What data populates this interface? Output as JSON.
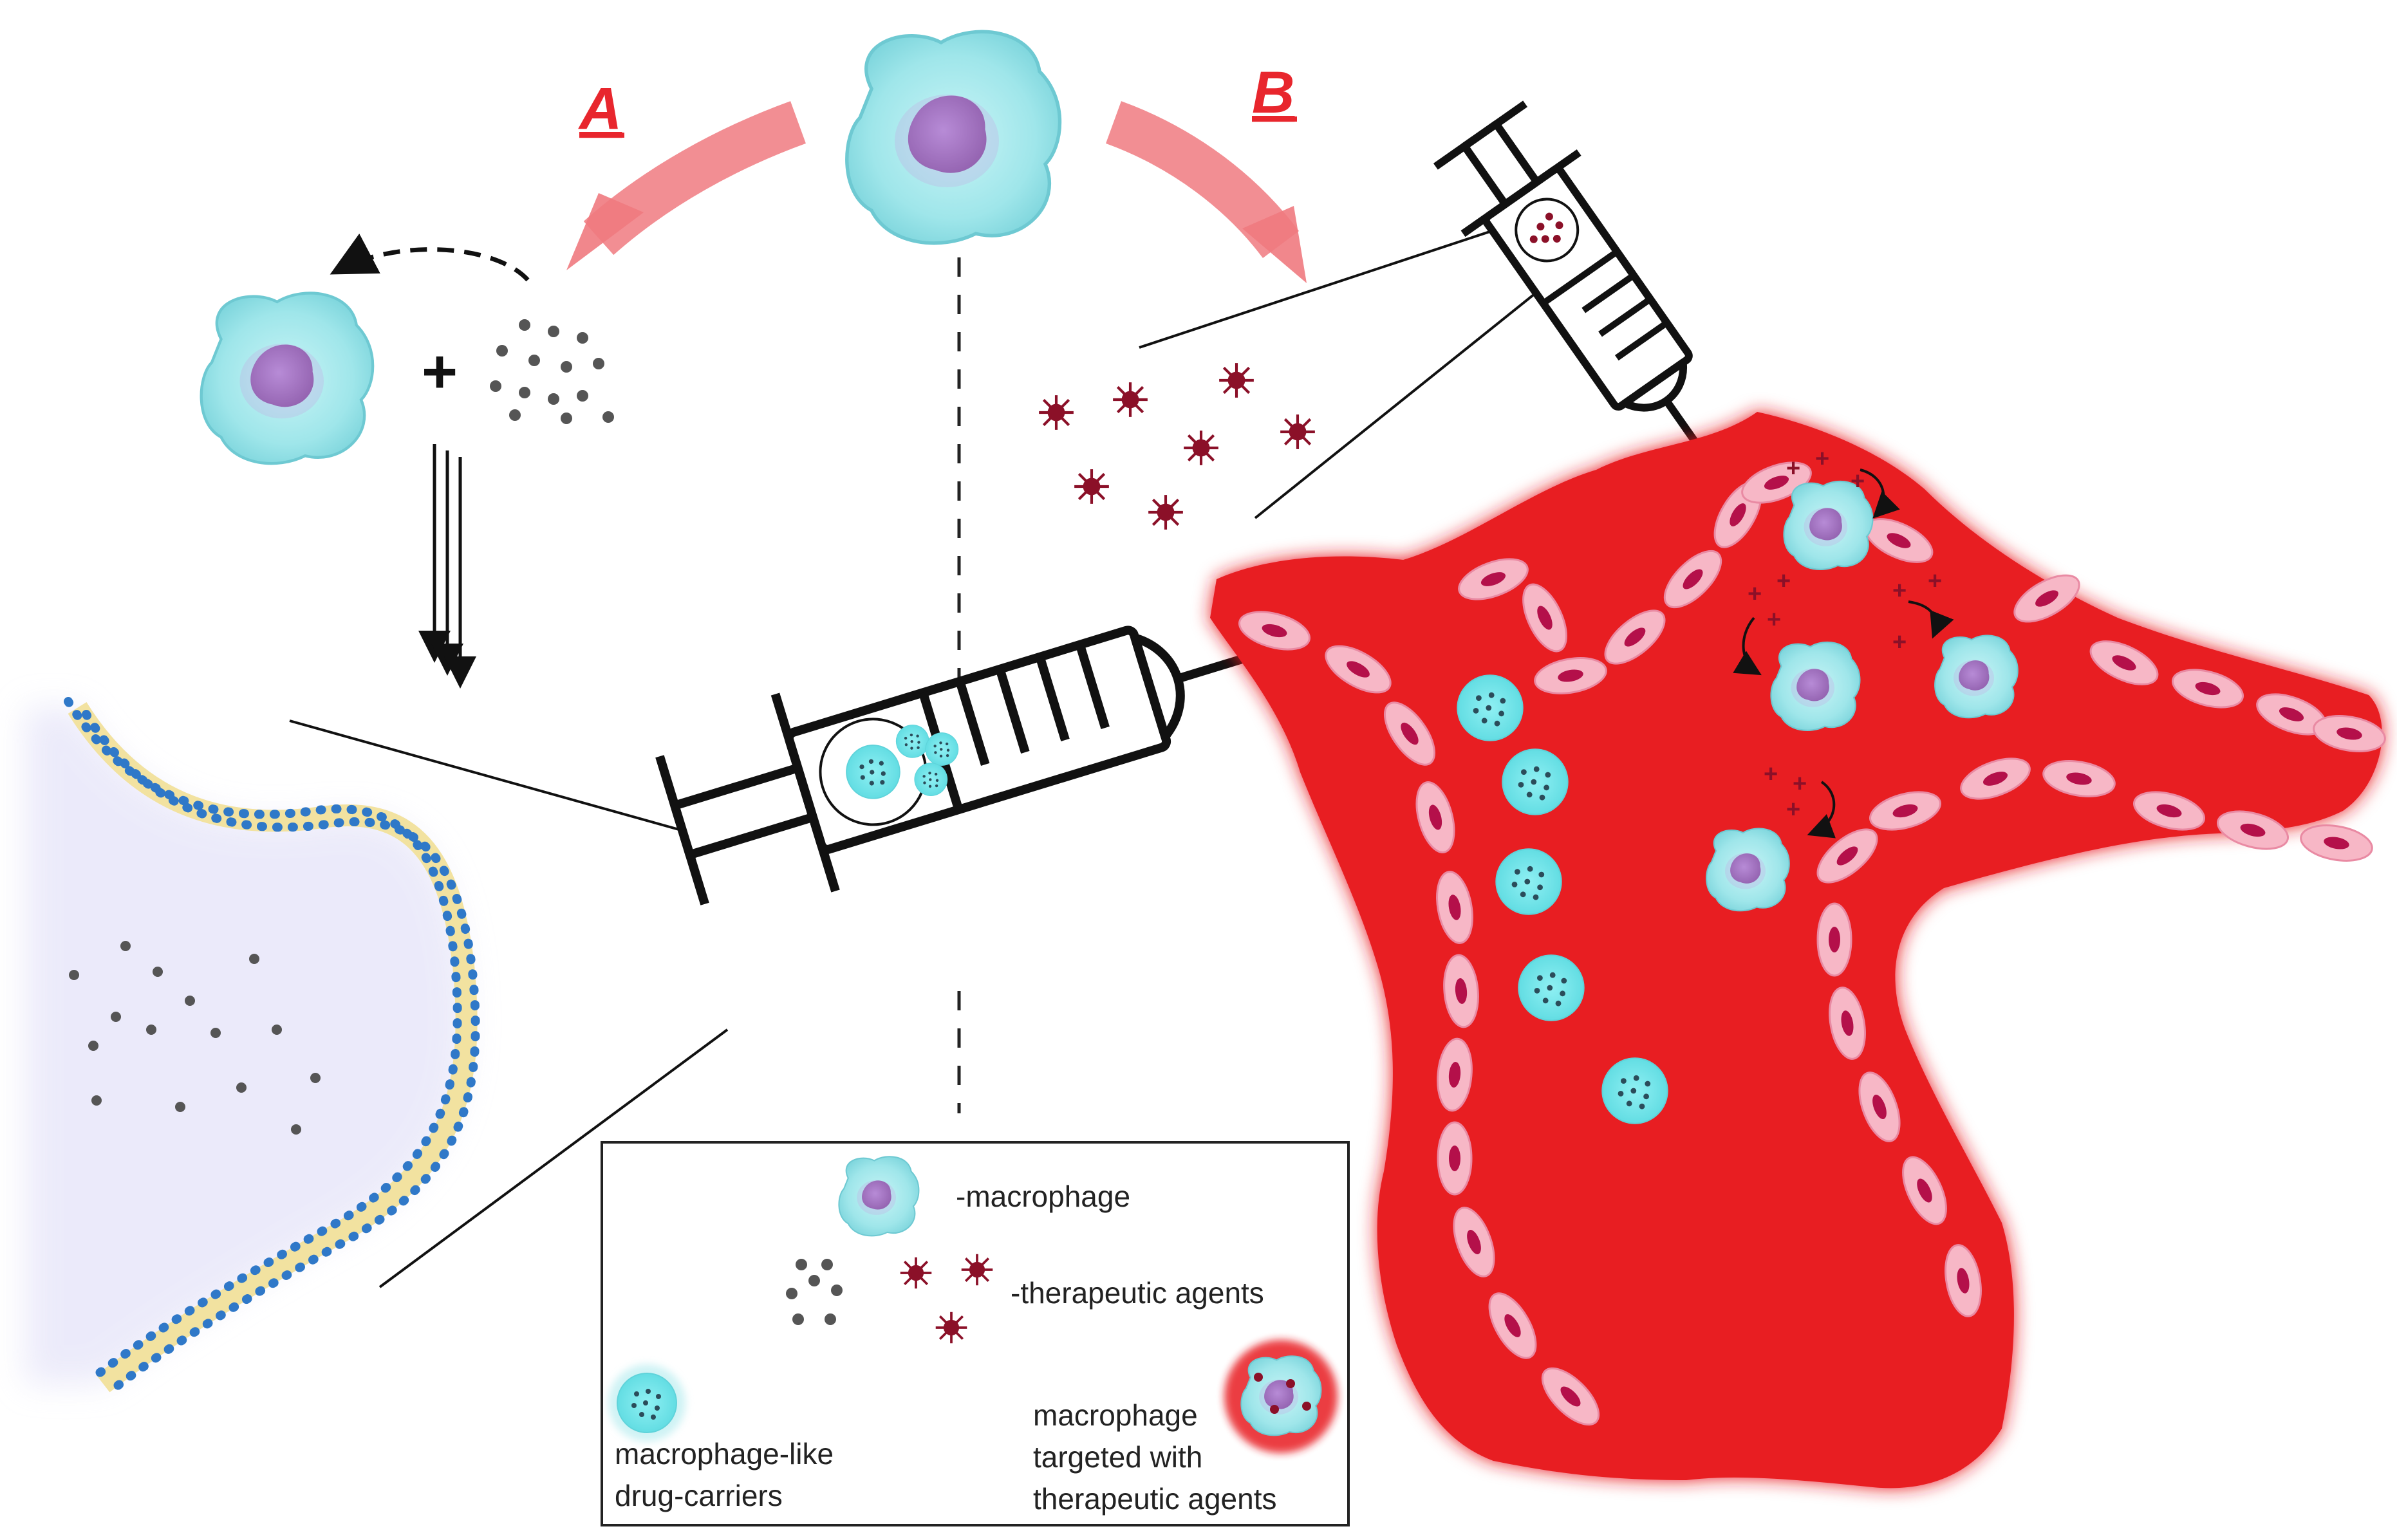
{
  "routes": {
    "a_label": "A",
    "b_label": "B"
  },
  "plus_sign": "+",
  "legend": {
    "macrophage": "-macrophage",
    "therapeutic_agents": "-therapeutic agents",
    "drug_carriers_line1": "macrophage-like",
    "drug_carriers_line2": "drug-carriers",
    "targeted_line1": "macrophage",
    "targeted_line2": "targeted with",
    "targeted_line3": "therapeutic agents"
  },
  "colors": {
    "route_label": "#e8262d",
    "arrow_pink": "#f07a80",
    "macrophage_body": "#9fe6ea",
    "macrophage_nucleus": "#9a5ab0",
    "drug_particle": "#555555",
    "therapeutic_agent": "#8b1028",
    "vessel_red": "#e81e22",
    "endothelial_pink": "#f4a6b8",
    "membrane_blue": "#2f78c8",
    "membrane_yellow": "#f2e2a0"
  },
  "icons": [
    "macrophage-icon",
    "syringe-icon",
    "virus-like-particle-icon",
    "cell-membrane-icon",
    "blood-vessel-icon"
  ]
}
